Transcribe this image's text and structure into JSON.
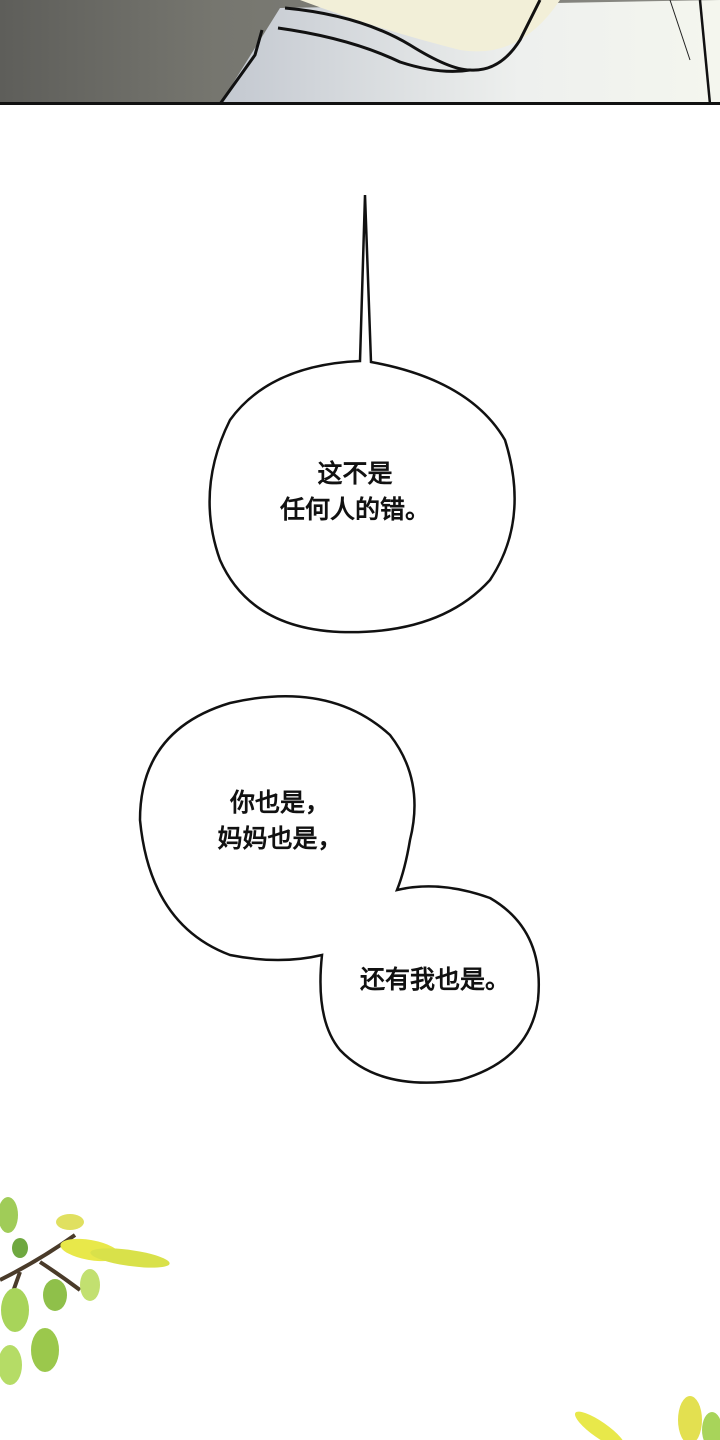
{
  "bubbles": [
    {
      "lines": [
        "这不是",
        "任何人的错。"
      ]
    },
    {
      "lines": [
        "你也是，",
        "妈妈也是，"
      ]
    },
    {
      "lines": [
        "还有我也是。"
      ]
    }
  ],
  "colors": {
    "ink": "#111111",
    "leaf": "#a8d45a",
    "leaf_yellow": "#e8e84a",
    "panel_bg": "#6b6b66"
  }
}
